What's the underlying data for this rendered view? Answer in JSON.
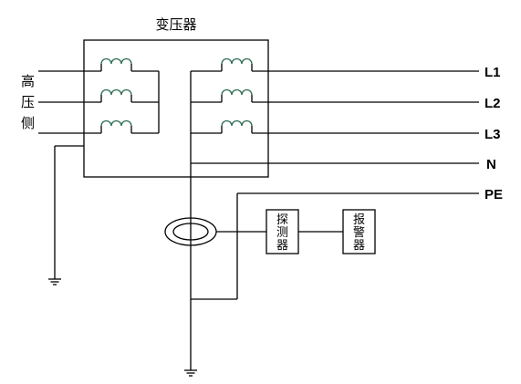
{
  "diagram": {
    "transformer_label": "变压器",
    "high_voltage_side": [
      "高",
      "压",
      "侧"
    ],
    "phase_labels": [
      "L1",
      "L2",
      "L3"
    ],
    "neutral_label": "N",
    "pe_label": "PE",
    "detector_chars": [
      "探",
      "测",
      "器"
    ],
    "alarm_chars": [
      "报",
      "警",
      "器"
    ]
  }
}
